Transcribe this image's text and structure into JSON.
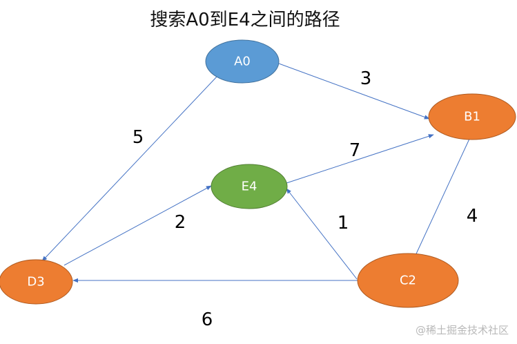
{
  "title": "搜索A0到E4之间的路径",
  "watermark": "@稀土掘金技术社区",
  "colors": {
    "node_blue": "#5b9bd5",
    "node_orange": "#ed7d31",
    "node_green": "#70ad47",
    "edge": "#4472c4",
    "edge_label": "#000000",
    "node_text": "#ffffff"
  },
  "nodes": [
    {
      "id": "A0",
      "label": "A0",
      "color": "node_blue"
    },
    {
      "id": "B1",
      "label": "B1",
      "color": "node_orange"
    },
    {
      "id": "C2",
      "label": "C2",
      "color": "node_orange"
    },
    {
      "id": "D3",
      "label": "D3",
      "color": "node_orange"
    },
    {
      "id": "E4",
      "label": "E4",
      "color": "node_green"
    }
  ],
  "edges": [
    {
      "from": "A0",
      "to": "B1",
      "weight": "3"
    },
    {
      "from": "A0",
      "to": "D3",
      "weight": "5"
    },
    {
      "from": "B1",
      "to": "C2",
      "weight": "4"
    },
    {
      "from": "C2",
      "to": "D3",
      "weight": "6"
    },
    {
      "from": "C2",
      "to": "E4",
      "weight": "1"
    },
    {
      "from": "D3",
      "to": "E4",
      "weight": "2"
    },
    {
      "from": "E4",
      "to": "B1",
      "weight": "7"
    }
  ]
}
